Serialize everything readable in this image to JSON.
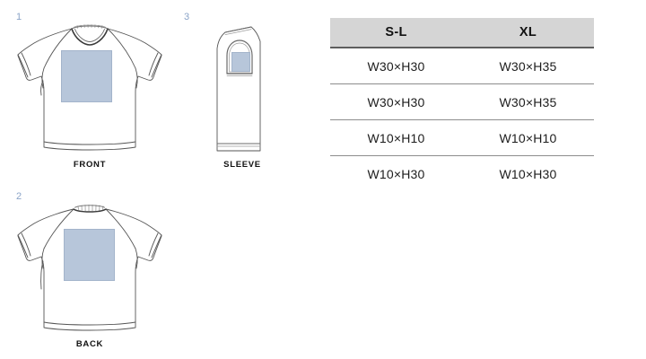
{
  "page": {
    "title": "T-shirt print area specification"
  },
  "colors": {
    "print_area_fill": "#b7c6da",
    "print_area_stroke": "#a3b4cb",
    "garment_outline": "#555555",
    "marker_number": "#8ba4c8",
    "table_header_bg": "#d5d5d5",
    "table_header_rule": "#5e5e5e",
    "table_row_rule": "#8d8d8d",
    "label_text": "#111111",
    "page_background": "#ffffff"
  },
  "garments": [
    {
      "marker": "1",
      "label": "FRONT",
      "view": "front",
      "print_area": {
        "shape": "rectangle"
      }
    },
    {
      "marker": "3",
      "label": "SLEEVE",
      "view": "sleeve",
      "print_area": {
        "shape": "rectangle-in-arch"
      }
    },
    {
      "marker": "2",
      "label": "BACK",
      "view": "back",
      "print_area": {
        "shape": "rectangle"
      }
    }
  ],
  "spec_table": {
    "columns": [
      "S-L",
      "XL"
    ],
    "rows": [
      {
        "cells": [
          "W30×H30",
          "W30×H35"
        ]
      },
      {
        "cells": [
          "W30×H30",
          "W30×H35"
        ]
      },
      {
        "cells": [
          "W10×H10",
          "W10×H10"
        ]
      },
      {
        "cells": [
          "W10×H30",
          "W10×H30"
        ]
      }
    ]
  }
}
